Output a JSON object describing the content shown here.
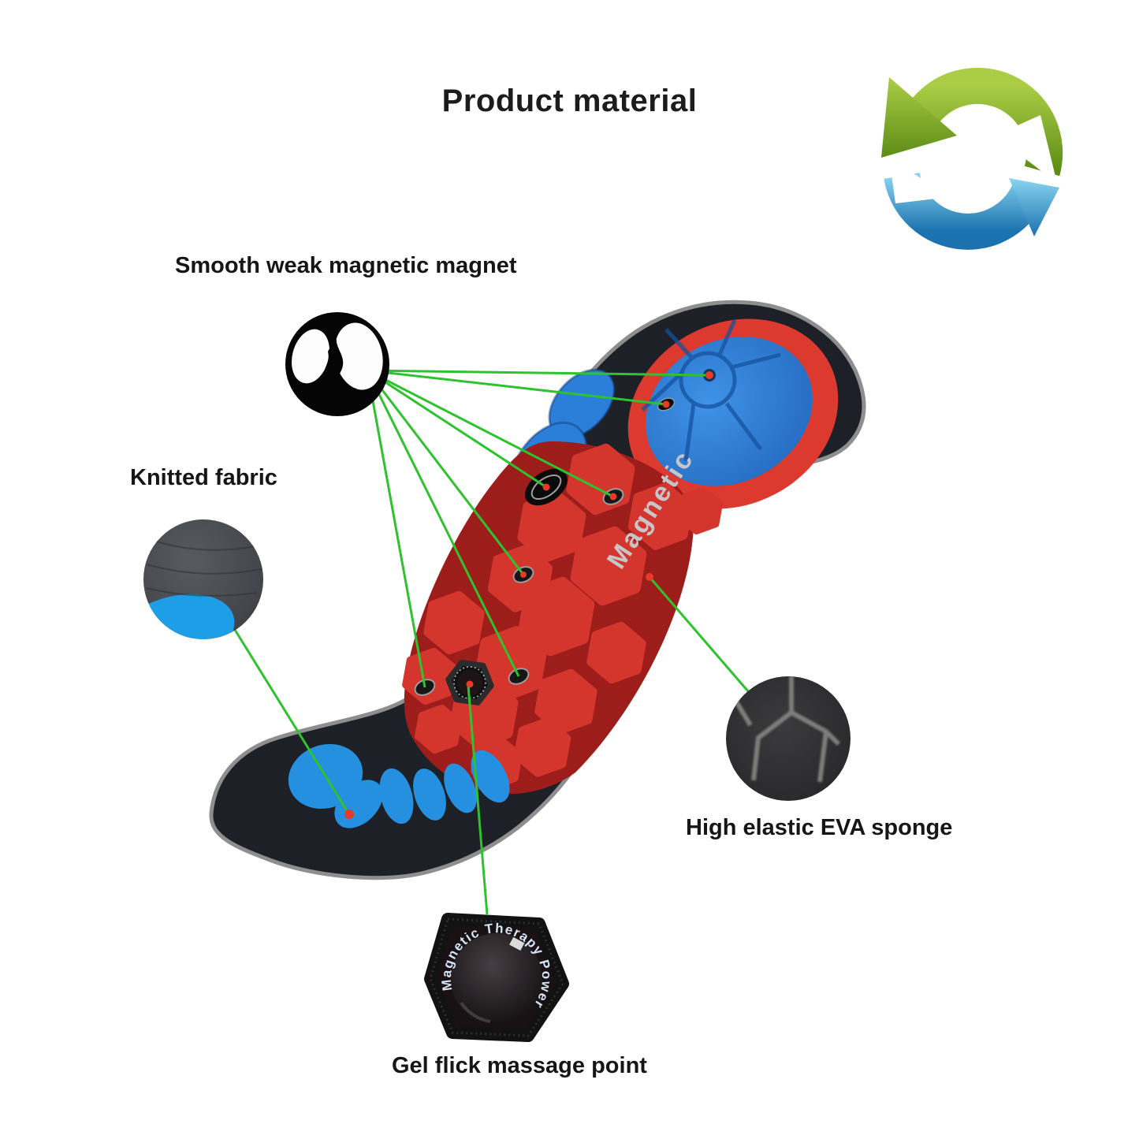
{
  "title": "Product material",
  "callouts": {
    "magnet": {
      "label": "Smooth weak magnetic magnet"
    },
    "fabric": {
      "label": "Knitted fabric"
    },
    "eva": {
      "label": "High elastic EVA sponge"
    },
    "gel": {
      "label": "Gel flick massage point"
    }
  },
  "insole": {
    "edge_text": "Magnetic",
    "gel_point_ring_text": "Magnetic Therapy Power"
  },
  "icons": {
    "refresh": "refresh-arrows-icon"
  },
  "colors": {
    "line_green": "#2ec22e",
    "dot_red": "#e8392a",
    "pad_red": "#d4362e",
    "pad_red_dark": "#9c1d1a",
    "pad_blue": "#2a7ad4",
    "toe_blue": "#2590e0",
    "base_black": "#1e2028",
    "edge_gray": "#8e8e8e",
    "edge_text_gray": "#c6c6c8",
    "arrow_green": "#7ab324",
    "arrow_blue": "#45a6dd",
    "ring_text_blue": "#d4e4f4"
  }
}
